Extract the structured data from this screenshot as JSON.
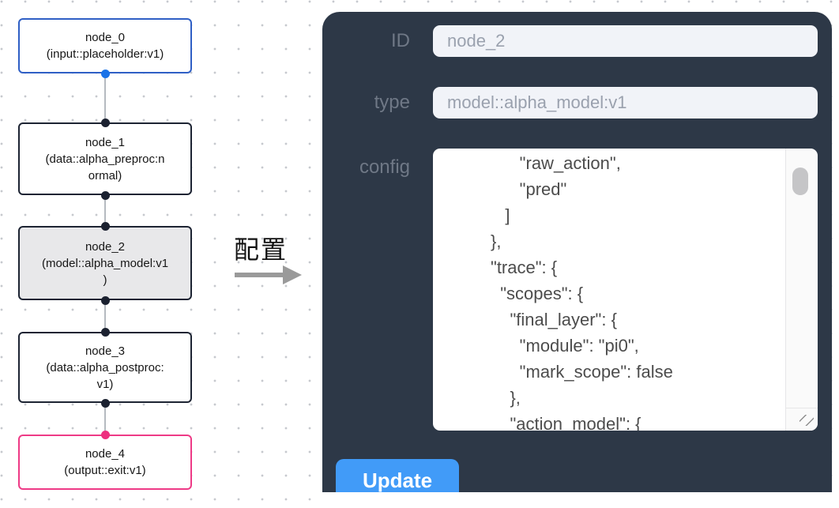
{
  "canvas": {
    "nodes": [
      {
        "id": "node_0",
        "variant": "input",
        "lines": [
          "node_0",
          "(input::placeholder:v1)"
        ],
        "ports": [
          {
            "position": "bottom",
            "color": "#1a73e8"
          }
        ]
      },
      {
        "id": "node_1",
        "variant": "default",
        "lines": [
          "node_1",
          "(data::alpha_preproc:n",
          "ormal)"
        ],
        "ports": [
          {
            "position": "top",
            "color": "#1b2130"
          },
          {
            "position": "bottom",
            "color": "#1b2130"
          }
        ]
      },
      {
        "id": "node_2",
        "variant": "selected",
        "lines": [
          "node_2",
          "(model::alpha_model:v1",
          ")"
        ],
        "ports": [
          {
            "position": "top",
            "color": "#1b2130"
          },
          {
            "position": "bottom",
            "color": "#1b2130"
          }
        ]
      },
      {
        "id": "node_3",
        "variant": "default",
        "lines": [
          "node_3",
          "(data::alpha_postproc:",
          "v1)"
        ],
        "ports": [
          {
            "position": "top",
            "color": "#1b2130"
          },
          {
            "position": "bottom",
            "color": "#1b2130"
          }
        ]
      },
      {
        "id": "node_4",
        "variant": "output",
        "lines": [
          "node_4",
          "(output::exit:v1)"
        ],
        "ports": [
          {
            "position": "top",
            "color": "#ed2f7f"
          }
        ]
      }
    ]
  },
  "transition": {
    "label": "配置"
  },
  "panel": {
    "fields": [
      {
        "label": "ID",
        "value": "node_2"
      },
      {
        "label": "type",
        "value": "model::alpha_model:v1"
      }
    ],
    "config": {
      "label": "config",
      "lines": [
        "               \"raw_action\",",
        "               \"pred\"",
        "            ]",
        "         },",
        "         \"trace\": {",
        "           \"scopes\": {",
        "             \"final_layer\": {",
        "               \"module\": \"pi0\",",
        "               \"mark_scope\": false",
        "             },",
        "             \"action_model\": {"
      ]
    },
    "update_button_label": "Update"
  },
  "colors": {
    "panel_bg": "#2d3847",
    "accent_blue": "#419bf8",
    "input_node_border": "#2f5fc5",
    "output_node_border": "#ee3a86",
    "default_node_border": "#1d2433",
    "selected_node_fill": "#e8e8ea",
    "edge_gray": "#b5bac0",
    "arrow_gray": "#9a9a9a",
    "label_gray": "#6f7886",
    "input_bg": "#f1f3f8",
    "input_text": "#9aa1ae",
    "code_text": "#4c4c4c",
    "dot_grid": "#c6c9ce"
  }
}
